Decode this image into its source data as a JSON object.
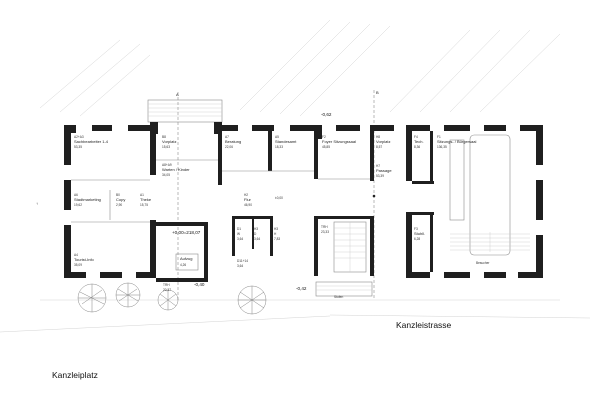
{
  "rooms": [
    {
      "id": "r1",
      "code": "A2+A3",
      "name": "Sachbearbeiter 1-4",
      "area": "53,35"
    },
    {
      "id": "r2",
      "code": "B8",
      "name": "Vorplatz",
      "area": "15,63"
    },
    {
      "id": "r3",
      "code": "A7",
      "name": "Beratung",
      "area": "22,06"
    },
    {
      "id": "r4",
      "code": "A5",
      "name": "Standesamt",
      "area": "18,33"
    },
    {
      "id": "r5",
      "code": "F2",
      "name": "Foyer Sitzungssaal",
      "area": "45,85"
    },
    {
      "id": "r6",
      "code": "H8",
      "name": "Vorplatz",
      "area": "8,57"
    },
    {
      "id": "r7",
      "code": "F4",
      "name": "Tech.",
      "area": "8,36"
    },
    {
      "id": "r8",
      "code": "F1",
      "name": "Sitzungs- / Bürgersaal",
      "area": "136,35"
    },
    {
      "id": "r9",
      "code": "A8+A9",
      "name": "Warten / Kinder",
      "area": "34,05"
    },
    {
      "id": "r10",
      "code": "H7",
      "name": "Passage",
      "area": "53,39"
    },
    {
      "id": "r11",
      "code": "A6",
      "name": "Stadtmarketing",
      "area": "19,62"
    },
    {
      "id": "r12",
      "code": "B0",
      "name": "Copy",
      "area": "2,90"
    },
    {
      "id": "r13",
      "code": "A1",
      "name": "Theke",
      "area": "15,75"
    },
    {
      "id": "r14",
      "code": "H2",
      "name": "Flur",
      "area": "46,90"
    },
    {
      "id": "r15",
      "code": "F3",
      "name": "Stuhll.",
      "area": "6,28"
    },
    {
      "id": "r16",
      "code": "TRH",
      "name": "",
      "area": "23,33"
    },
    {
      "id": "r17",
      "code": "A4",
      "name": "Tourist-Info",
      "area": "35,09"
    },
    {
      "id": "r18",
      "code": "",
      "name": "Aufzug",
      "area": "4,26"
    },
    {
      "id": "r19",
      "code": "H3",
      "name": "D",
      "area": "3,64"
    },
    {
      "id": "r20",
      "code": "H3",
      "name": "H",
      "area": "7,83"
    },
    {
      "id": "r21",
      "code": "D1",
      "name": "W",
      "area": "3,64"
    },
    {
      "id": "r22",
      "code": "D11+14",
      "name": "",
      "area": "3,64"
    },
    {
      "id": "r23",
      "code": "TRH",
      "name": "",
      "area": "20,37"
    }
  ],
  "levels": {
    "main": "+0,00=218,07",
    "minus40": "-0,40",
    "minus42": "-0,42",
    "minus62": "-0,62",
    "zero": "±0,00"
  },
  "labels": {
    "street": "Kanzleistrasse",
    "square": "Kanzleiplatz",
    "stufen": "Stufen",
    "besucher": "Besucher",
    "section_a": "A",
    "section_b": "B",
    "north_arrow": "↑"
  }
}
